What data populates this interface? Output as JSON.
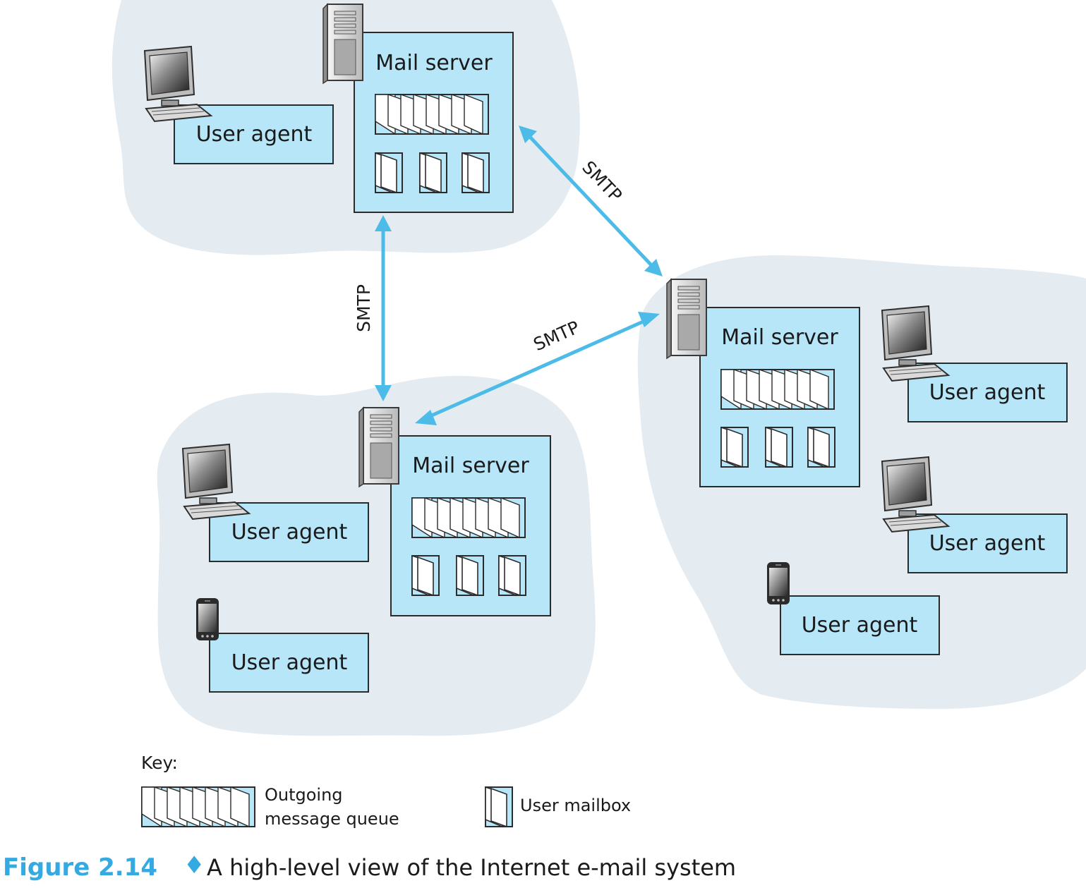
{
  "figure": {
    "number": "Figure 2.14",
    "separator": "♦",
    "caption": "A high-level view of the Internet e-mail system"
  },
  "labels": {
    "mail_server": "Mail server",
    "user_agent": "User agent",
    "smtp": "SMTP"
  },
  "key": {
    "title": "Key:",
    "queue_line1": "Outgoing",
    "queue_line2": "message queue",
    "mailbox": "User mailbox"
  },
  "colors": {
    "cloud": "#e4ecf1",
    "box_fill": "#b7e6f9",
    "box_stroke": "#2b2b2b",
    "arrow": "#4dbbe8",
    "caption_accent": "#35a9e1"
  },
  "icons": {
    "server": "server-tower-icon",
    "desktop": "desktop-computer-icon",
    "phone": "smartphone-icon",
    "queue": "outgoing-queue-icon",
    "mailbox": "user-mailbox-icon"
  }
}
